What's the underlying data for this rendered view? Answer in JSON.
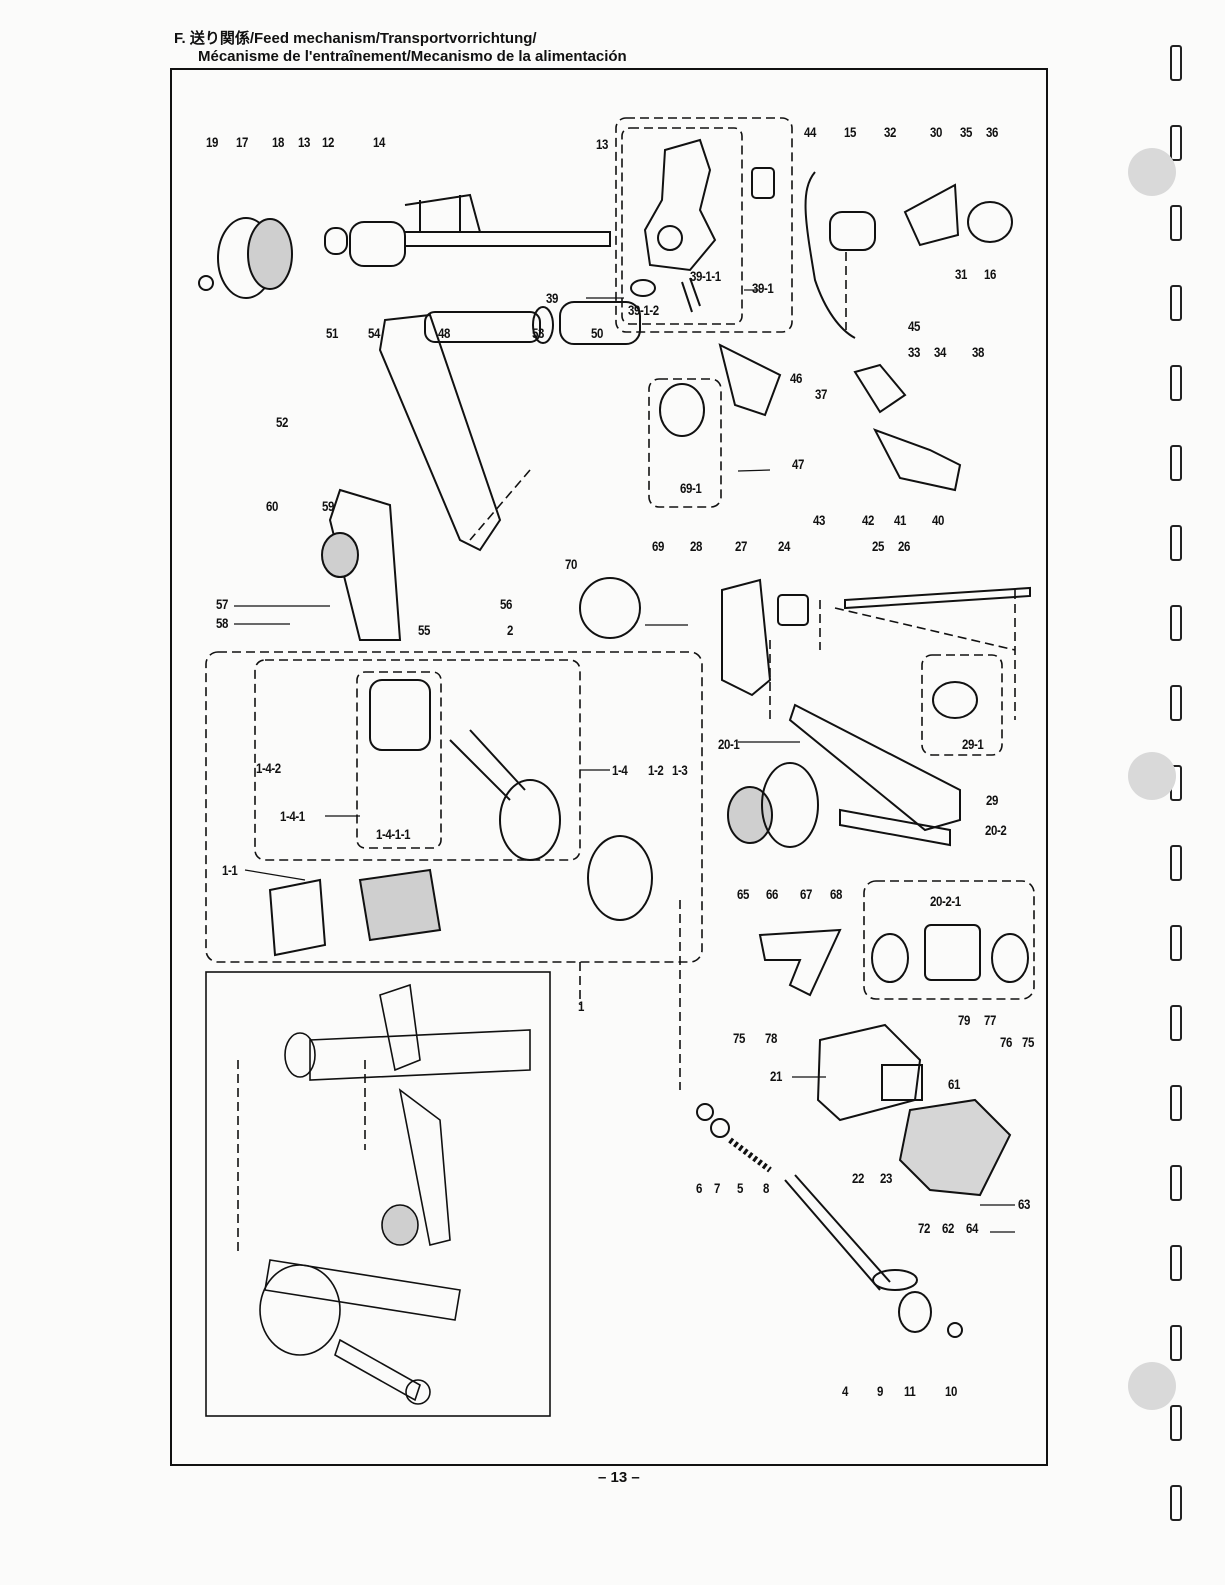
{
  "header": {
    "line1": "F. 送り関係/Feed mechanism/Transportvorrichtung/",
    "line2": "Mécanisme de l'entraînement/Mecanismo de la alimentación"
  },
  "page_number": "– 13 –",
  "part_labels": [
    "19",
    "17",
    "18",
    "13",
    "12",
    "14",
    "13",
    "44",
    "15",
    "32",
    "30",
    "35",
    "36",
    "31",
    "16",
    "39-1-1",
    "39-1",
    "39",
    "39-1-2",
    "45",
    "51",
    "54",
    "48",
    "53",
    "50",
    "46",
    "33",
    "34",
    "38",
    "37",
    "52",
    "69-1",
    "47",
    "60",
    "59",
    "43",
    "42",
    "41",
    "40",
    "69",
    "28",
    "27",
    "24",
    "25",
    "26",
    "70",
    "57",
    "56",
    "58",
    "55",
    "2",
    "29-1",
    "1-4-2",
    "20-1",
    "29",
    "1-4",
    "1-2",
    "1-3",
    "20-2",
    "1-4-1",
    "1-4-1-1",
    "65",
    "66",
    "67",
    "68",
    "1-1",
    "20-2-1",
    "1",
    "75",
    "78",
    "79",
    "77",
    "76",
    "75",
    "21",
    "61",
    "22",
    "23",
    "63",
    "6",
    "7",
    "5",
    "8",
    "72",
    "62",
    "64",
    "4",
    "9",
    "11",
    "10"
  ],
  "colors": {
    "ink": "#111111",
    "paper": "#fbfbfa",
    "punch": "#d9d9d9"
  }
}
